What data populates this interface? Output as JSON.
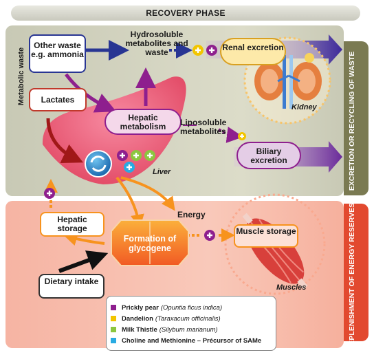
{
  "title": "RECOVERY PHASE",
  "side_labels": {
    "top": "EXCRETION OR RECYCLING OF WASTE",
    "bottom": "REPLENISHMENT OF ENERGY RESERVES",
    "metabolic_waste": "Metabolic waste"
  },
  "nodes": {
    "other_waste": "Other waste e.g. ammonia",
    "lactates": "Lactates",
    "hydrosoluble": "Hydrosoluble metabolites and waste",
    "renal": "Renal excretion",
    "kidney": "Kidney",
    "hepatic_metabolism": "Hepatic metabolism",
    "liposoluble": "Liposoluble metabolites",
    "biliary": "Biliary excretion",
    "liver": "Liver",
    "energy": "Energy",
    "hepatic_storage": "Hepatic storage",
    "glycogene": "Formation of glycogene",
    "muscle_storage": "Muscle storage",
    "muscles": "Muscles",
    "dietary": "Dietary intake"
  },
  "legend": [
    {
      "color": "#8e1f8e",
      "name": "Prickly pear",
      "sci": "(Opuntia ficus indica)"
    },
    {
      "color": "#f2c500",
      "name": "Dandelion",
      "sci": "(Taraxacum officinalis)"
    },
    {
      "color": "#8cc63f",
      "name": "Milk Thistle",
      "sci": "(Silybum marianum)"
    },
    {
      "color": "#29abe2",
      "name": "Choline and Methionine – Précursor of SAMe",
      "sci": ""
    }
  ],
  "colors": {
    "purple": "#8e1f8e",
    "yellow": "#f2c500",
    "green": "#8cc63f",
    "blue": "#29abe2",
    "navy_arrow": "#283593",
    "orange_arrow": "#f7931e",
    "liver": "#ef5b7a"
  }
}
